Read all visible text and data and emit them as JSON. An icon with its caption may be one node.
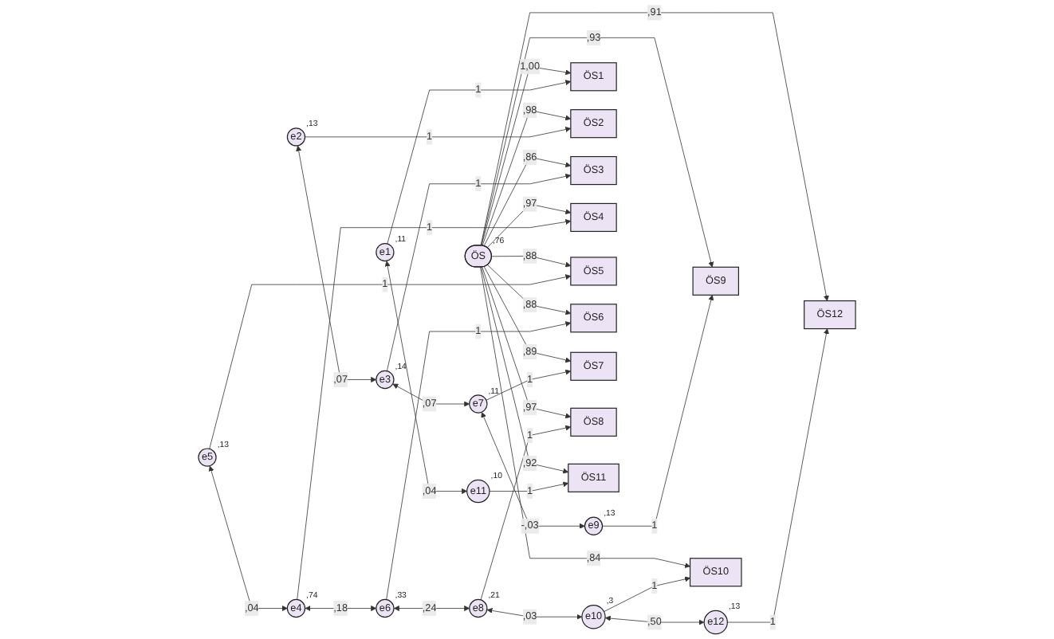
{
  "diagram": {
    "nodes": [
      {
        "text": [
          "e1"
        ],
        "beside": [
          ",11"
        ]
      },
      {
        "text": [
          "e2"
        ],
        "beside": [
          ",13"
        ]
      },
      {
        "text": [
          "e3"
        ],
        "beside": [
          ",14"
        ]
      },
      {
        "text": [
          "e4"
        ],
        "beside": [
          ",74"
        ]
      },
      {
        "text": [
          "e5"
        ],
        "beside": [
          ",13"
        ]
      },
      {
        "text": [
          "e6"
        ],
        "beside": [
          ",33"
        ]
      },
      {
        "text": [
          "e7"
        ],
        "beside": [
          ",11"
        ]
      },
      {
        "text": [
          "e8"
        ],
        "beside": [
          ",21"
        ]
      },
      {
        "text": [
          "e9"
        ],
        "beside": [
          ",13"
        ]
      },
      {
        "text": [
          "e10"
        ],
        "beside": [
          ",3"
        ]
      },
      {
        "text": [
          "e11"
        ],
        "beside": [
          ",10"
        ]
      },
      {
        "text": [
          "e12"
        ],
        "beside": [
          ",13"
        ]
      },
      {
        "text": [
          "ÖS1"
        ]
      },
      {
        "text": [
          "ÖS2"
        ]
      },
      {
        "text": [
          "ÖS3"
        ]
      },
      {
        "text": [
          "ÖS4"
        ]
      },
      {
        "text": [
          "ÖS5"
        ]
      },
      {
        "text": [
          "ÖS6"
        ]
      },
      {
        "text": [
          "ÖS7"
        ]
      },
      {
        "text": [
          "ÖS8"
        ]
      },
      {
        "text": [
          "ÖS9"
        ]
      },
      {
        "text": [
          "ÖS10"
        ]
      },
      {
        "text": [
          "ÖS11"
        ]
      },
      {
        "text": [
          "ÖS12"
        ]
      },
      {
        "text": [
          "ÖS"
        ],
        "beside": [
          ",76"
        ]
      }
    ],
    "edges": [
      {
        "from": 0,
        "to": 12,
        "arrow": "to",
        "label": "1"
      },
      {
        "from": 1,
        "to": 13,
        "arrow": "to",
        "label": "1"
      },
      {
        "from": 2,
        "to": 14,
        "arrow": "to",
        "label": "1"
      },
      {
        "from": 3,
        "to": 15,
        "arrow": "to",
        "label": "1"
      },
      {
        "from": 4,
        "to": 16,
        "arrow": "to",
        "label": "1"
      },
      {
        "from": 5,
        "to": 17,
        "arrow": "to",
        "label": "1"
      },
      {
        "from": 6,
        "to": 18,
        "arrow": "to",
        "label": "1"
      },
      {
        "from": 7,
        "to": 19,
        "arrow": "to",
        "label": "1"
      },
      {
        "from": 8,
        "to": 20,
        "arrow": "to",
        "label": "1"
      },
      {
        "from": 9,
        "to": 21,
        "arrow": "to",
        "label": "1"
      },
      {
        "from": 10,
        "to": 22,
        "arrow": "to",
        "label": "1"
      },
      {
        "from": 11,
        "to": 23,
        "arrow": "to",
        "label": "1"
      },
      {
        "from": 24,
        "to": 12,
        "arrow": "to",
        "label": "1,00"
      },
      {
        "from": 24,
        "to": 13,
        "arrow": "to",
        "label": ",98"
      },
      {
        "from": 24,
        "to": 14,
        "arrow": "to",
        "label": ",86"
      },
      {
        "from": 24,
        "to": 15,
        "arrow": "to",
        "label": ",97"
      },
      {
        "from": 24,
        "to": 16,
        "arrow": "to",
        "label": ",88"
      },
      {
        "from": 24,
        "to": 17,
        "arrow": "to",
        "label": ",88"
      },
      {
        "from": 24,
        "to": 18,
        "arrow": "to",
        "label": ",89"
      },
      {
        "from": 24,
        "to": 19,
        "arrow": "to",
        "label": ",97"
      },
      {
        "from": 24,
        "to": 20,
        "arrow": "to",
        "label": ",93"
      },
      {
        "from": 24,
        "to": 21,
        "arrow": "to",
        "label": ",84"
      },
      {
        "from": 24,
        "to": 22,
        "arrow": "to",
        "label": ",92"
      },
      {
        "from": 24,
        "to": 23,
        "arrow": "to",
        "label": ",91"
      },
      {
        "from": 1,
        "to": 2,
        "arrow": "both",
        "label": ",07"
      },
      {
        "from": 4,
        "to": 3,
        "arrow": "both",
        "label": ",04"
      },
      {
        "from": 3,
        "to": 5,
        "arrow": "both",
        "label": ",18"
      },
      {
        "from": 2,
        "to": 6,
        "arrow": "both",
        "label": ",07"
      },
      {
        "from": 0,
        "to": 10,
        "arrow": "both",
        "label": ",04"
      },
      {
        "from": 9,
        "to": 11,
        "arrow": "both",
        "label": ",50"
      },
      {
        "from": 7,
        "to": 9,
        "arrow": "both",
        "label": ",03"
      },
      {
        "from": 5,
        "to": 7,
        "arrow": "both",
        "label": ",24"
      },
      {
        "from": 6,
        "to": 8,
        "arrow": "both",
        "label": "-,03"
      }
    ]
  }
}
